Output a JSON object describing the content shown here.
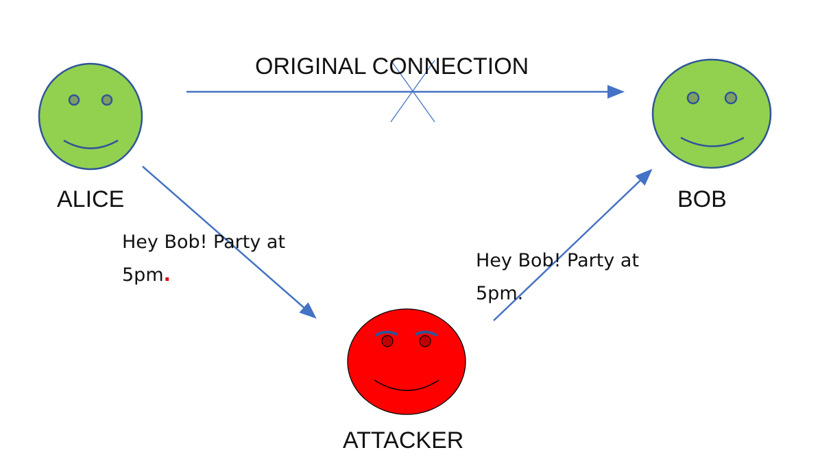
{
  "diagram": {
    "title_connection": "ORIGINAL CONNECTION",
    "nodes": {
      "alice": "ALICE",
      "bob": "BOB",
      "attacker": "ATTACKER"
    },
    "messages": {
      "alice_to_attacker": {
        "line1": "Hey Bob! Party at",
        "line2": "5pm",
        "end": "."
      },
      "attacker_to_bob": {
        "line1": "Hey Bob! Party at",
        "line2": "5pm",
        "end": "."
      }
    }
  },
  "colors": {
    "friend_face": "#92d050",
    "friend_outline": "#2f5597",
    "attacker_face": "#ff0000",
    "attacker_outline": "#000000",
    "arrow": "#4472c4",
    "cross": "#4472c4",
    "red_dot": "#e00000"
  }
}
